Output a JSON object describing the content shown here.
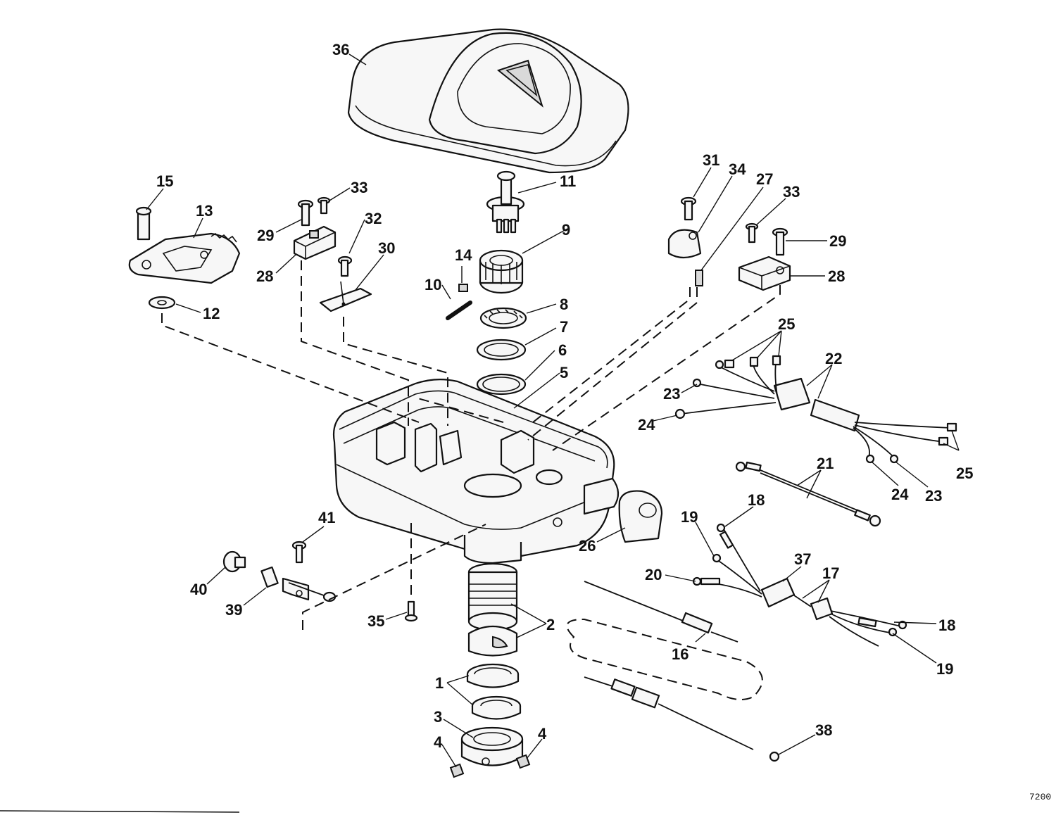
{
  "labels": [
    "36",
    "11",
    "9",
    "14",
    "10",
    "8",
    "7",
    "6",
    "5",
    "15",
    "13",
    "12",
    "33",
    "29",
    "28",
    "32",
    "30",
    "31",
    "34",
    "27",
    "25",
    "22",
    "23",
    "24",
    "21",
    "18",
    "19",
    "20",
    "37",
    "17",
    "26",
    "41",
    "40",
    "39",
    "35",
    "2",
    "1",
    "3",
    "4",
    "16",
    "38"
  ],
  "footer_code": "7200"
}
